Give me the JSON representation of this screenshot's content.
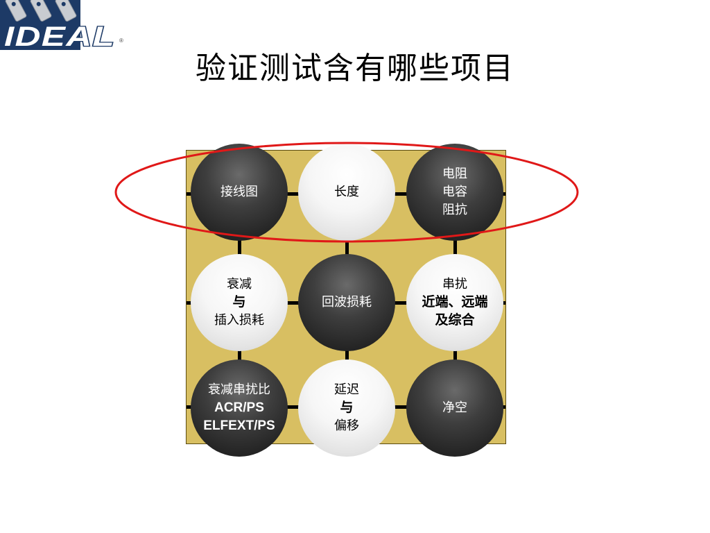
{
  "logo": {
    "text": "IDEAL",
    "registered": "®"
  },
  "title": "验证测试含有哪些项目",
  "colors": {
    "board": "#d8bf62",
    "grid": "#000000",
    "black_stone": "#2e2e2e",
    "white_stone": "#f4f4f4",
    "highlight": "#e01818",
    "logo_bg": "#1d3a66"
  },
  "stones": [
    {
      "color": "black",
      "lines": [
        {
          "text": "接线图",
          "bold": false
        }
      ]
    },
    {
      "color": "white",
      "lines": [
        {
          "text": "长度",
          "bold": false
        }
      ]
    },
    {
      "color": "black",
      "lines": [
        {
          "text": "电阻",
          "bold": false
        },
        {
          "text": "电容",
          "bold": false
        },
        {
          "text": "阻抗",
          "bold": false
        }
      ]
    },
    {
      "color": "white",
      "lines": [
        {
          "text": "衰减",
          "bold": false
        },
        {
          "text": "与",
          "bold": true
        },
        {
          "text": "插入损耗",
          "bold": false
        }
      ]
    },
    {
      "color": "black",
      "lines": [
        {
          "text": "回波损耗",
          "bold": false
        }
      ]
    },
    {
      "color": "white",
      "lines": [
        {
          "text": "串扰",
          "bold": false
        },
        {
          "text": "近端、远端",
          "bold": true
        },
        {
          "text": "及综合",
          "bold": true
        }
      ]
    },
    {
      "color": "black",
      "lines": [
        {
          "text": "衰减串扰比",
          "bold": false
        },
        {
          "text": "ACR/PS",
          "bold": true
        },
        {
          "text": "ELFEXT/PS",
          "bold": true
        }
      ]
    },
    {
      "color": "white",
      "lines": [
        {
          "text": "延迟",
          "bold": false
        },
        {
          "text": "与",
          "bold": true
        },
        {
          "text": "偏移",
          "bold": false
        }
      ]
    },
    {
      "color": "black",
      "lines": [
        {
          "text": "净空",
          "bold": false
        }
      ]
    }
  ]
}
